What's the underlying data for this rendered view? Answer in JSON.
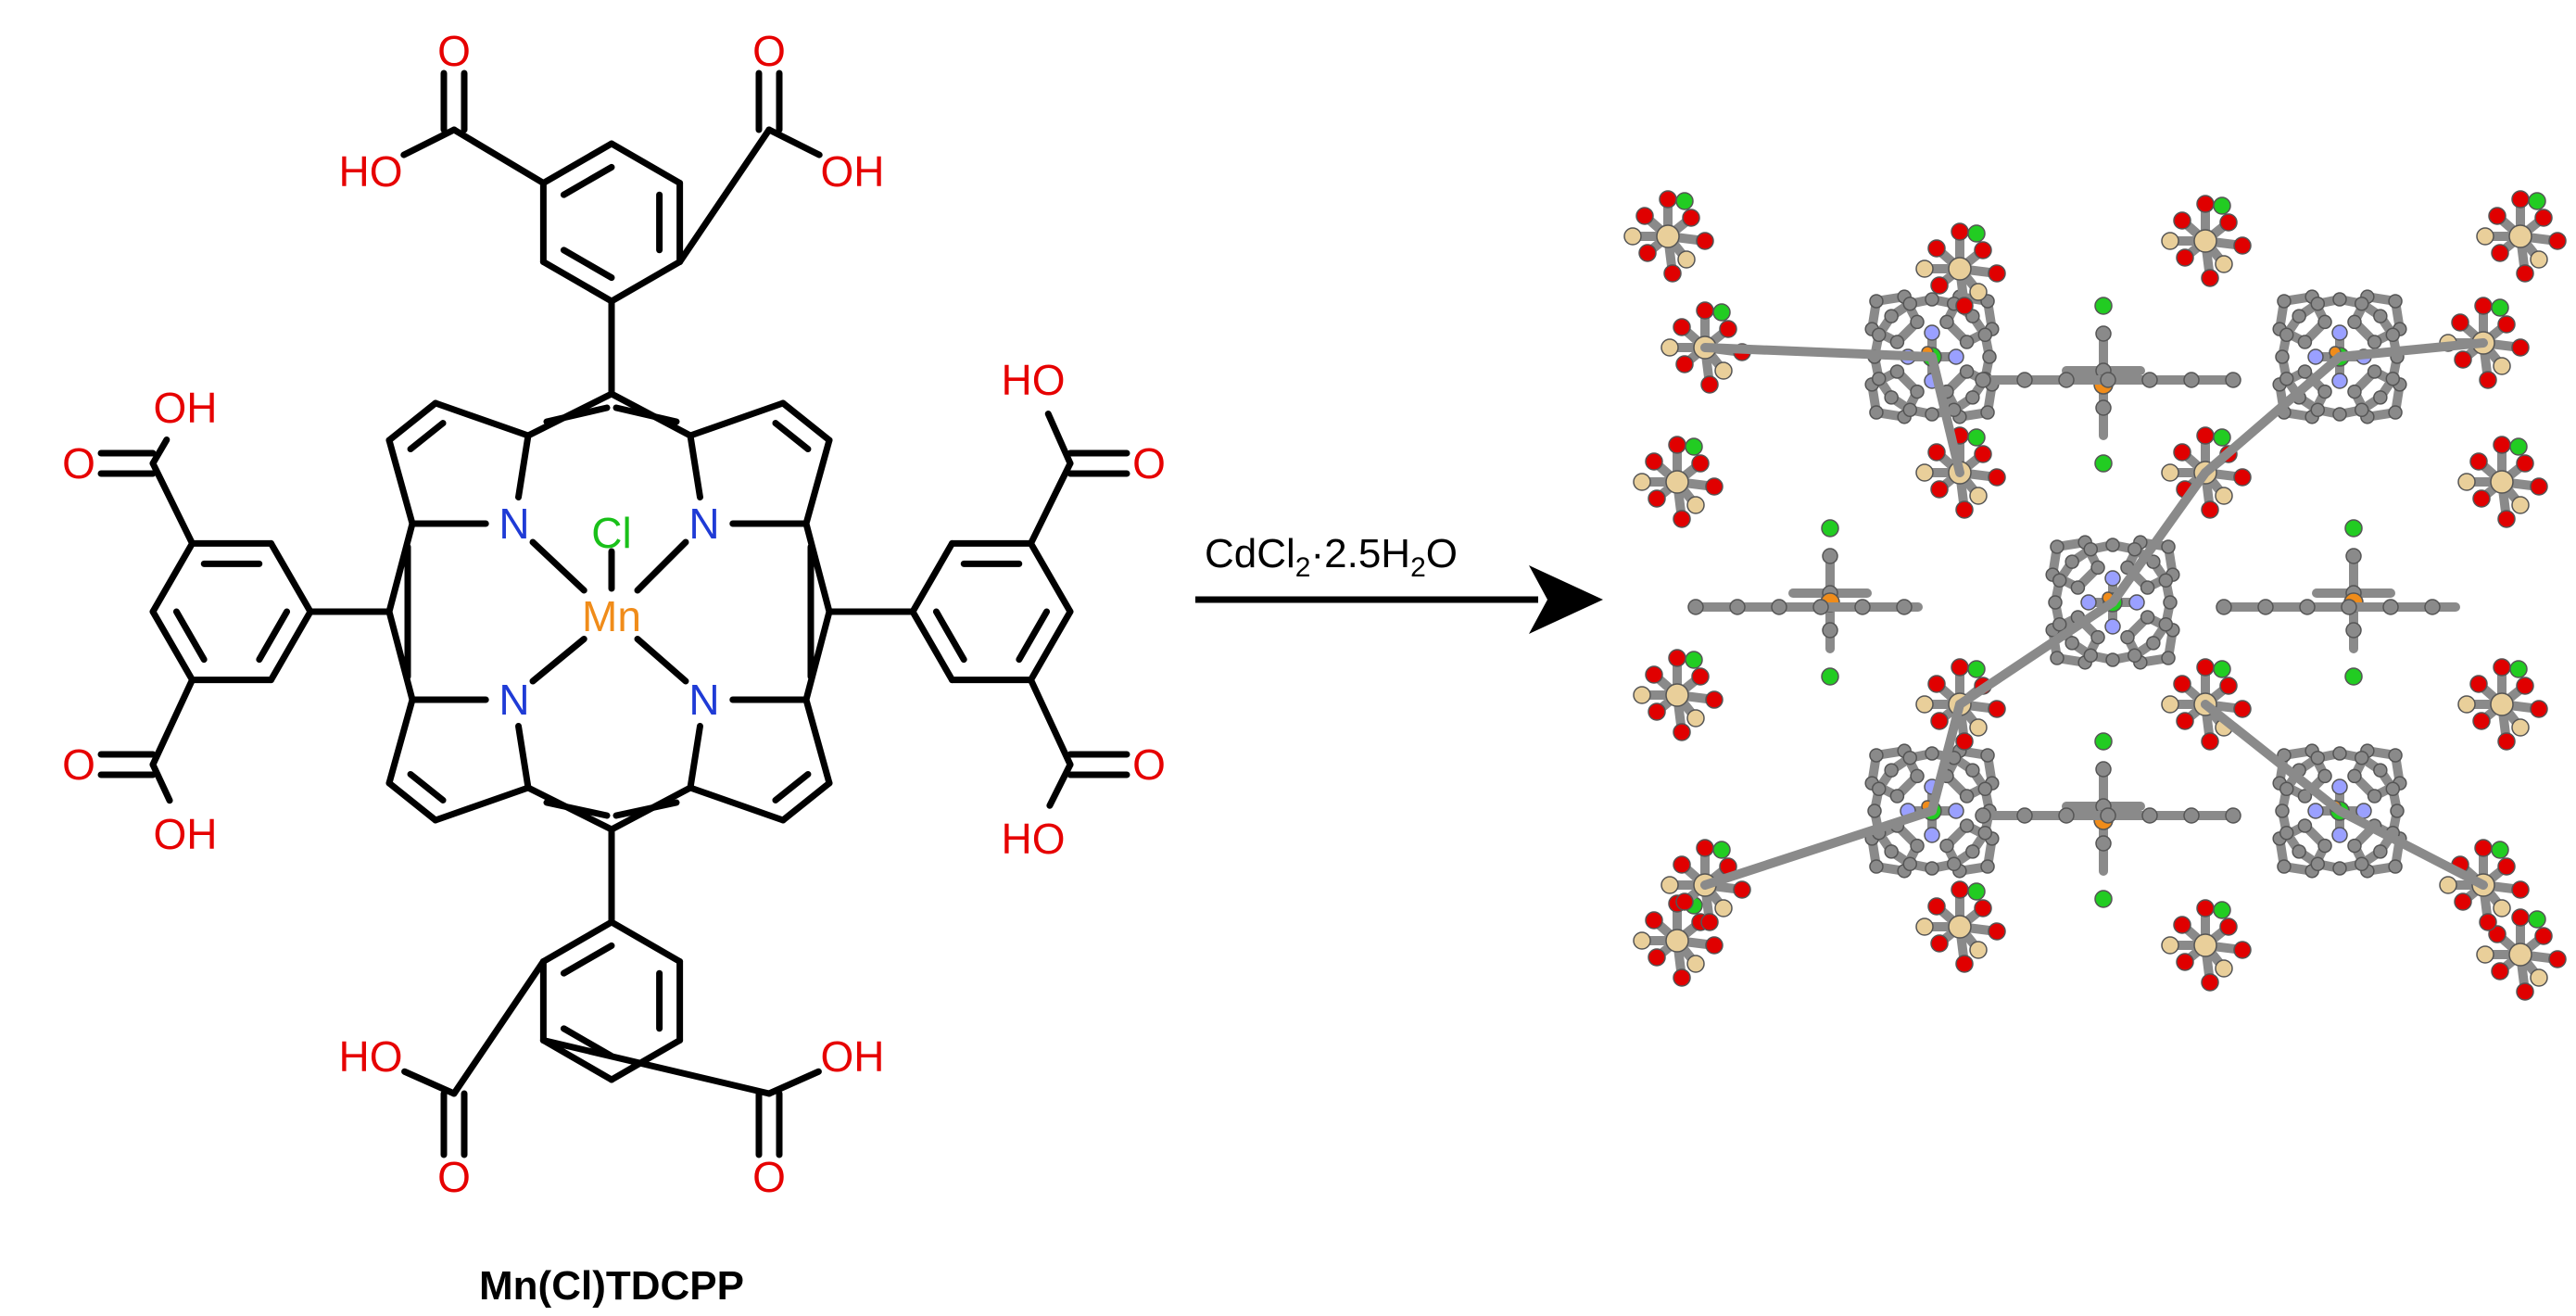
{
  "molecule": {
    "name": "Mn(Cl)TDCPP",
    "metal": "Mn",
    "axial_ligand": "Cl",
    "nitrogen": "N",
    "oxygen": "O",
    "hydroxyl": "HO",
    "hydroxyl_right": "OH"
  },
  "reaction": {
    "reagent_parts": [
      "CdCl",
      "2",
      "·2.5H",
      "2",
      "O"
    ]
  },
  "colors": {
    "bond": "#000000",
    "oxygen": "#e60000",
    "nitrogen": "#1f3bd6",
    "chlorine": "#19c019",
    "manganese": "#f08c1a",
    "crystal_carbon": "#8a8a8a",
    "crystal_oxygen": "#e00000",
    "crystal_cadmium": "#e9cf9a",
    "crystal_nitrogen": "#9aa0ff",
    "crystal_chlorine": "#22cc22"
  }
}
